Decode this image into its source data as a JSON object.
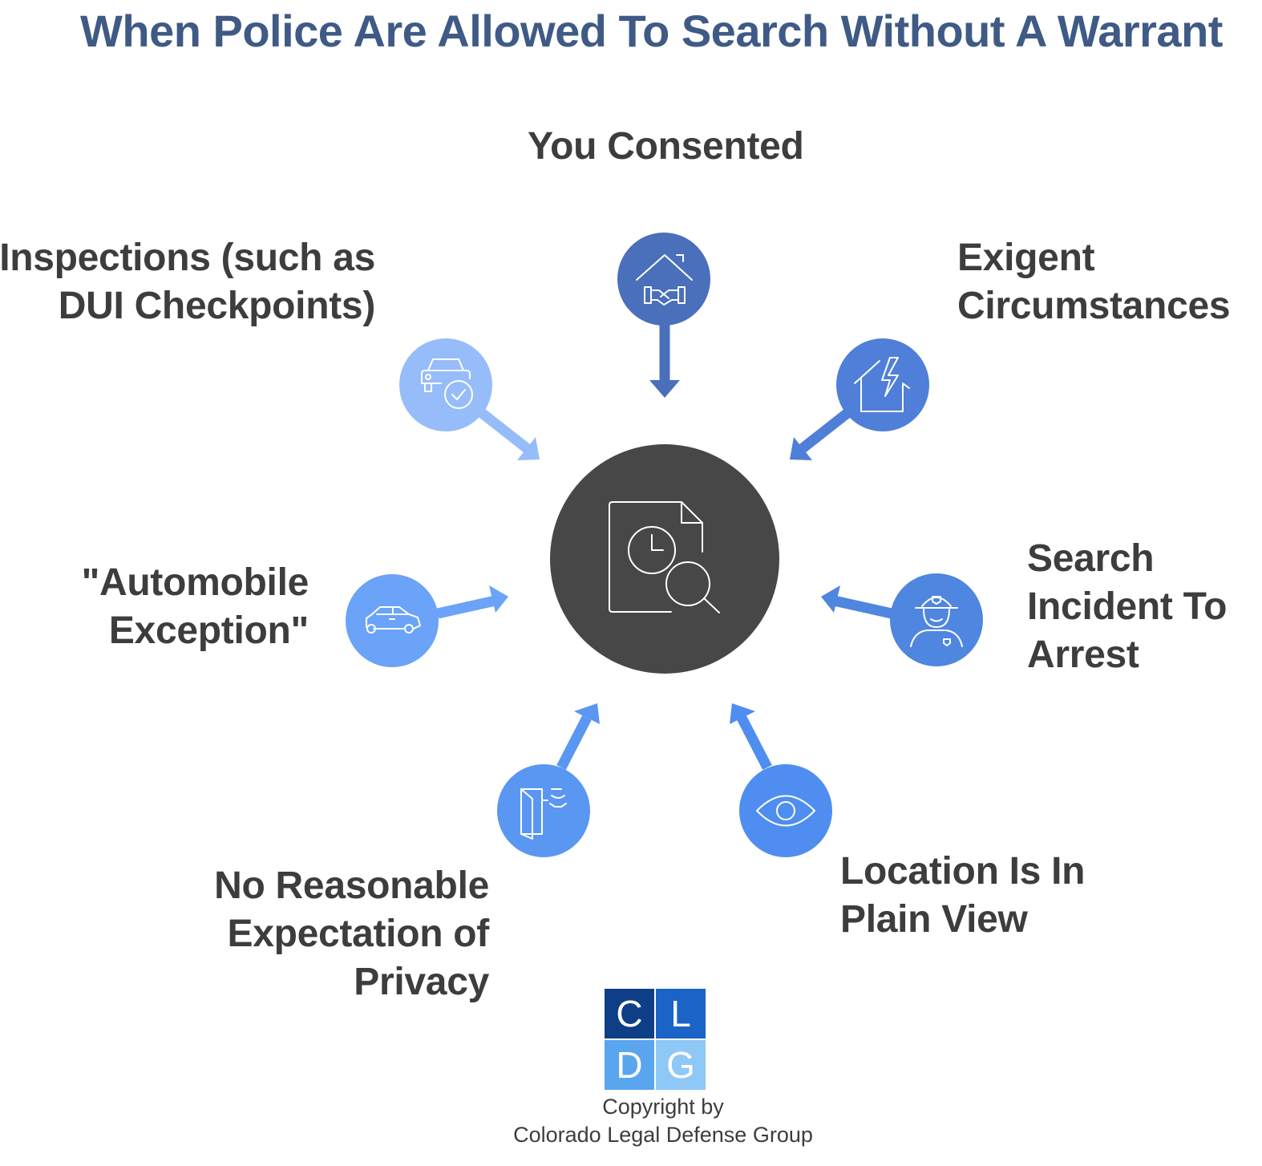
{
  "title": "When Police Are Allowed To Search Without A Warrant",
  "center": {
    "icon": "document-clock-search-icon"
  },
  "nodes": [
    {
      "key": "consent",
      "lines": [
        "You Consented"
      ],
      "icon": "house-handshake-icon",
      "color": "#4a6fbb"
    },
    {
      "key": "exigent",
      "lines": [
        "Exigent",
        "Circumstances"
      ],
      "icon": "house-lightning-icon",
      "color": "#4f7fd8"
    },
    {
      "key": "incident",
      "lines": [
        "Search",
        "Incident To",
        "Arrest"
      ],
      "icon": "police-officer-icon",
      "color": "#4f86e0"
    },
    {
      "key": "plainview",
      "lines": [
        "Location Is In",
        "Plain View"
      ],
      "icon": "eye-icon",
      "color": "#4f8ef0"
    },
    {
      "key": "privacy",
      "lines": [
        "No Reasonable",
        "Expectation of",
        "Privacy"
      ],
      "icon": "door-sensor-icon",
      "color": "#5a97f3"
    },
    {
      "key": "automobile",
      "lines": [
        "\"Automobile",
        "Exception\""
      ],
      "icon": "car-icon",
      "color": "#6aa3f7"
    },
    {
      "key": "inspections",
      "lines": [
        "Inspections (such as",
        "DUI Checkpoints)"
      ],
      "icon": "car-check-icon",
      "color": "#96bdf9"
    }
  ],
  "logo": {
    "letters": [
      "C",
      "L",
      "D",
      "G"
    ],
    "colors": [
      "#0e3f86",
      "#1b63c6",
      "#5aa6ee",
      "#8ec8f7"
    ]
  },
  "copyright": [
    "Copyright by",
    "Colorado Legal Defense Group"
  ]
}
